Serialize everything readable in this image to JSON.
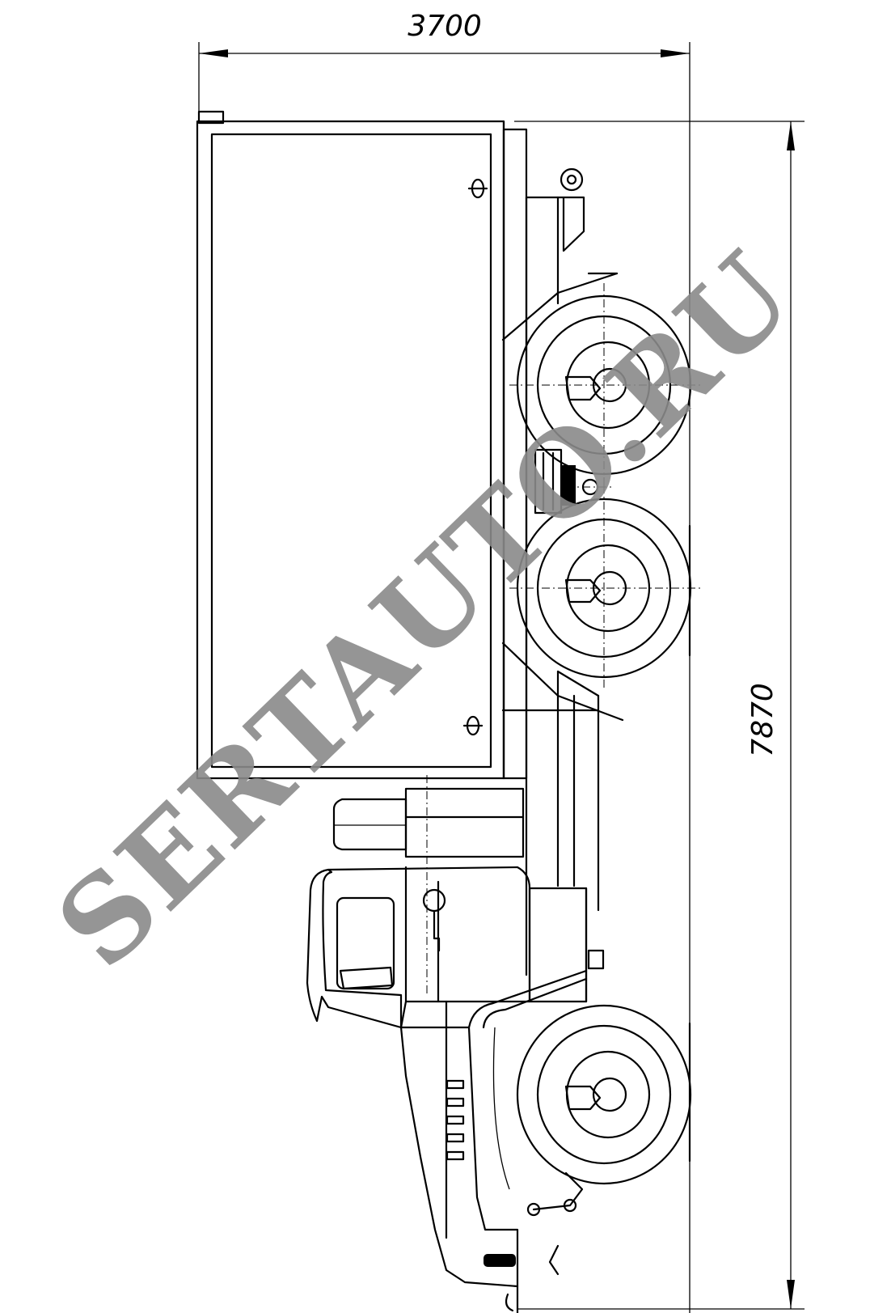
{
  "dimensions": {
    "width_label": "3700",
    "length_label": "7870"
  },
  "watermark": {
    "text": "SERTAUTO.RU",
    "color": "#8a8a8a"
  },
  "colors": {
    "line": "#000000",
    "background": "#ffffff"
  }
}
